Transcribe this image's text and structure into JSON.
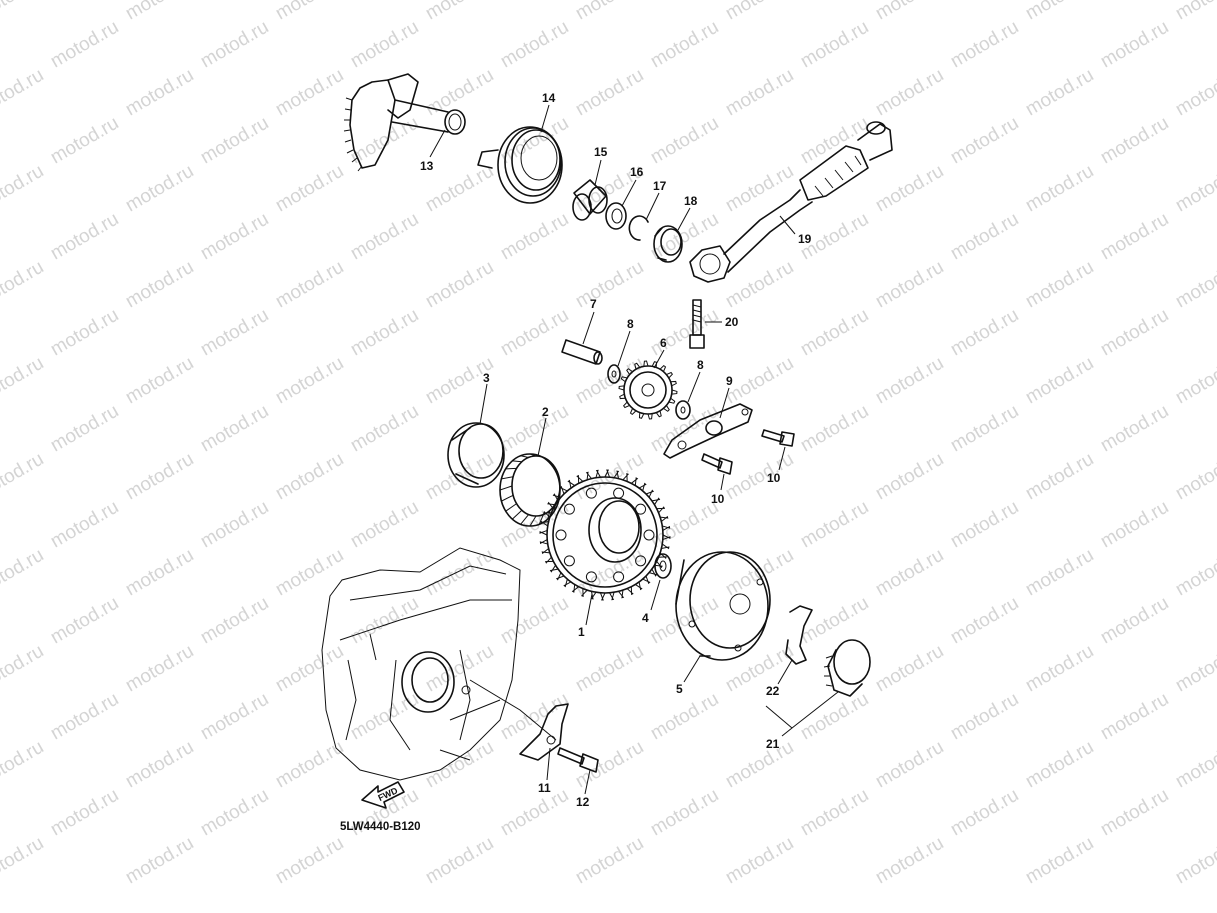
{
  "watermark": "motod.ru",
  "diagram_code": "5LW4440-B120",
  "fwd_label": "FWD",
  "callouts": [
    "1",
    "2",
    "3",
    "4",
    "5",
    "6",
    "7",
    "8",
    "8",
    "9",
    "10",
    "10",
    "11",
    "12",
    "13",
    "14",
    "15",
    "16",
    "17",
    "18",
    "19",
    "20",
    "21",
    "22"
  ]
}
